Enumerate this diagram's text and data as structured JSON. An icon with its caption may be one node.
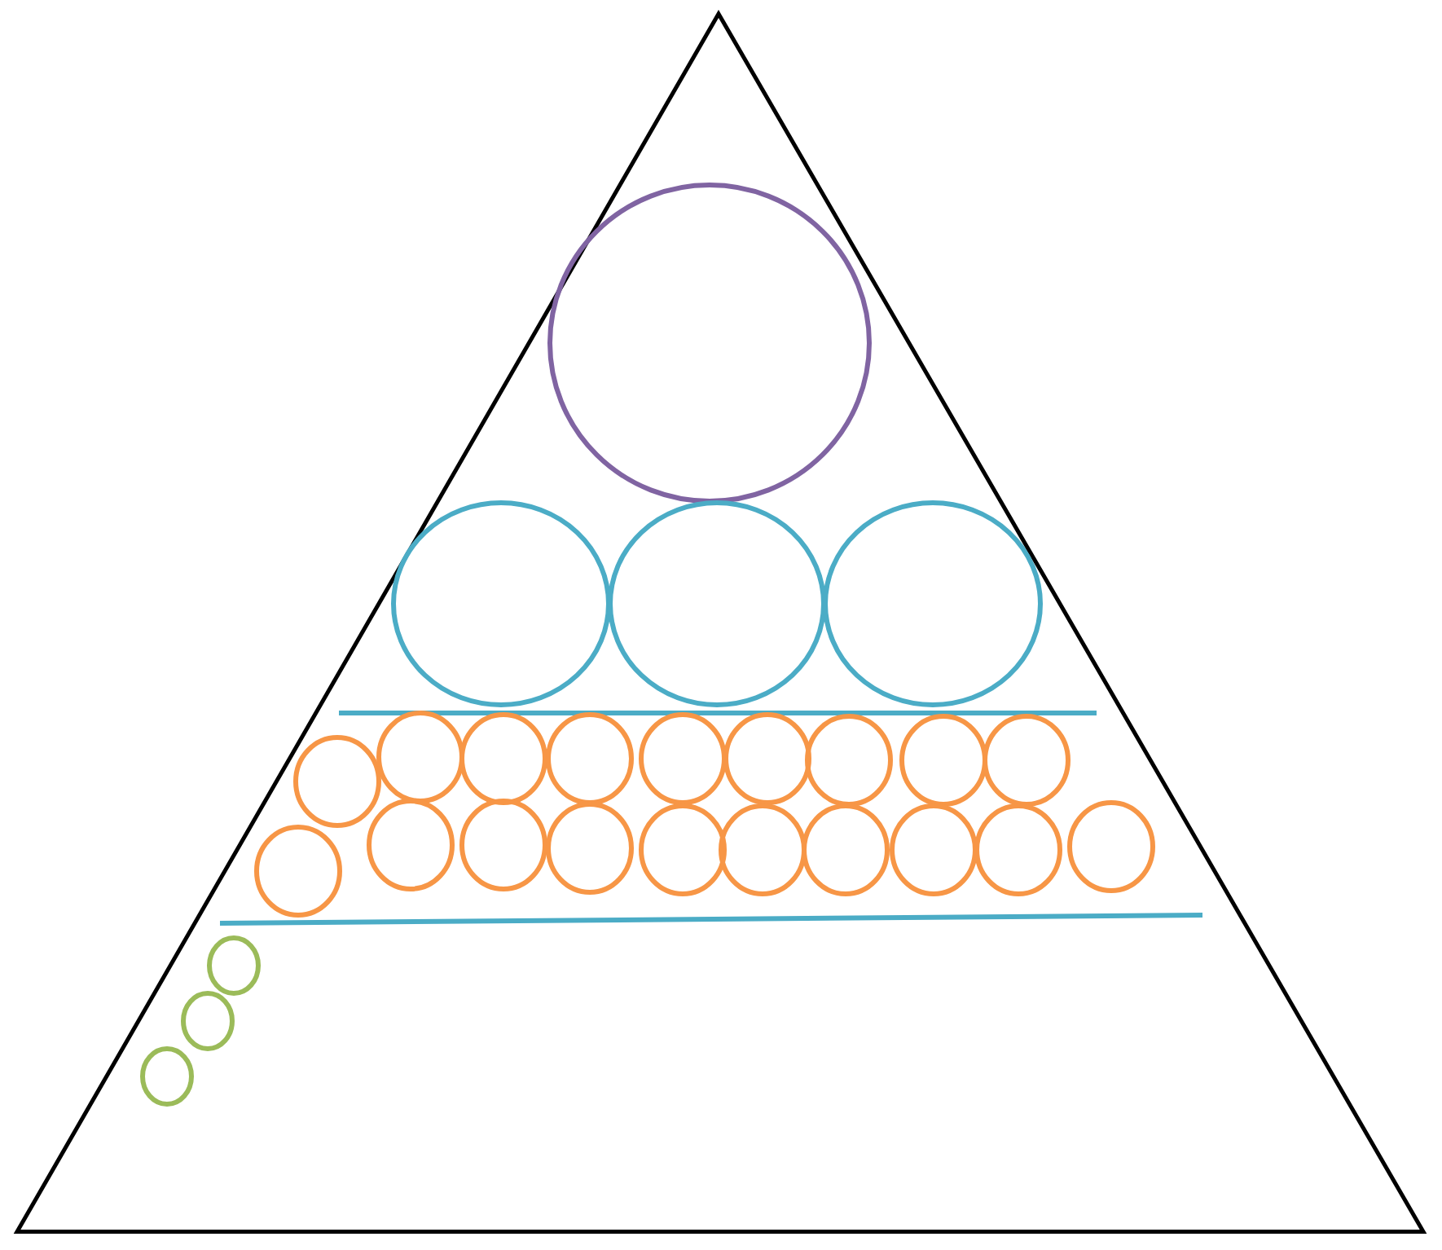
{
  "diagram": {
    "nodes": [
      {
        "text": [],
        "shape": "triangle"
      },
      {
        "text": [],
        "shape": "circle",
        "in": 0
      },
      {
        "text": [],
        "shape": "circle",
        "in": 0
      },
      {
        "text": [],
        "shape": "circle",
        "in": 0
      },
      {
        "text": [],
        "shape": "circle",
        "in": 0
      },
      {
        "text": [],
        "shape": "circle",
        "in": 0
      },
      {
        "text": [],
        "shape": "circle",
        "in": 0
      },
      {
        "text": [],
        "shape": "circle",
        "in": 0
      },
      {
        "text": [],
        "shape": "circle",
        "in": 0
      },
      {
        "text": [],
        "shape": "circle",
        "in": 0
      },
      {
        "text": [],
        "shape": "circle",
        "in": 0
      },
      {
        "text": [],
        "shape": "circle",
        "in": 0
      },
      {
        "text": [],
        "shape": "circle",
        "in": 0
      },
      {
        "text": [],
        "shape": "circle",
        "in": 0
      },
      {
        "text": [],
        "shape": "circle",
        "in": 0
      },
      {
        "text": [],
        "shape": "circle",
        "in": 0
      },
      {
        "text": [],
        "shape": "circle",
        "in": 0
      },
      {
        "text": [],
        "shape": "circle",
        "in": 0
      },
      {
        "text": [],
        "shape": "circle",
        "in": 0
      },
      {
        "text": [],
        "shape": "circle",
        "in": 0
      },
      {
        "text": [],
        "shape": "circle",
        "in": 0
      },
      {
        "text": [],
        "shape": "circle",
        "in": 0
      },
      {
        "text": [],
        "shape": "circle",
        "in": 0
      },
      {
        "text": [],
        "shape": "circle",
        "in": 0
      },
      {
        "text": [],
        "shape": "circle",
        "in": 0
      },
      {
        "text": [],
        "shape": "circle",
        "in": 0
      },
      {
        "text": [],
        "shape": "circle",
        "in": 0
      }
    ]
  }
}
